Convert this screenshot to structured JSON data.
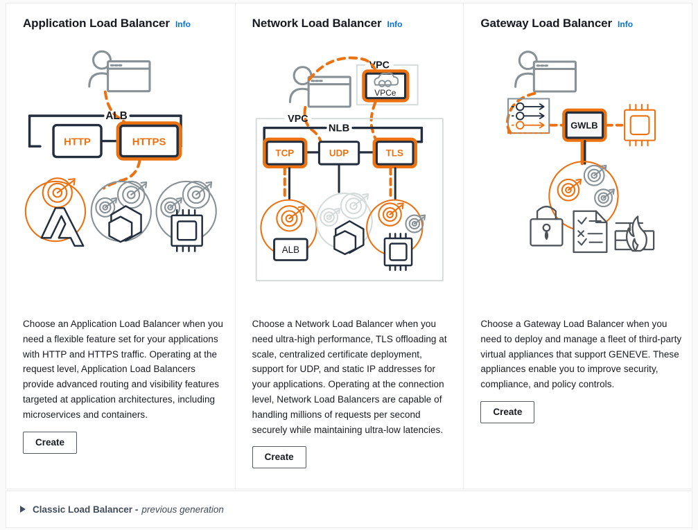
{
  "cards": [
    {
      "title": "Application Load Balancer",
      "info_label": "Info",
      "description": "Choose an Application Load Balancer when you need a flexible feature set for your applications with HTTP and HTTPS traffic. Operating at the request level, Application Load Balancers provide advanced routing and visibility features targeted at application architectures, including microservices and containers.",
      "create_label": "Create",
      "diagram": {
        "lb_label": "ALB",
        "listeners": [
          "HTTP",
          "HTTPS"
        ],
        "selected_listener": "HTTPS",
        "target_groups": [
          "lambda-target-group",
          "container-target-group",
          "instance-target-group"
        ]
      }
    },
    {
      "title": "Network Load Balancer",
      "info_label": "Info",
      "description": "Choose a Network Load Balancer when you need ultra-high performance, TLS offloading at scale, centralized certificate deployment, support for UDP, and static IP addresses for your applications. Operating at the connection level, Network Load Balancers are capable of handling millions of requests per second securely while maintaining ultra-low latencies.",
      "create_label": "Create",
      "diagram": {
        "lb_label": "NLB",
        "vpc_label_top": "VPC",
        "vpc_label_main": "VPC",
        "vpce_label": "VPCe",
        "listeners": [
          "TCP",
          "UDP",
          "TLS"
        ],
        "selected_listeners": [
          "TCP",
          "TLS"
        ],
        "alb_target_label": "ALB",
        "target_groups": [
          "alb-target-group",
          "container-target-group",
          "instance-target-group"
        ]
      }
    },
    {
      "title": "Gateway Load Balancer",
      "info_label": "Info",
      "description": "Choose a Gateway Load Balancer when you need to deploy and manage a fleet of third-party virtual appliances that support GENEVE. These appliances enable you to improve security, compliance, and policy controls.",
      "create_label": "Create",
      "diagram": {
        "lb_label": "GWLB",
        "appliances": [
          "lock-icon",
          "policy-document-icon",
          "firewall-icon"
        ]
      }
    }
  ],
  "expander": {
    "label": "Classic Load Balancer -",
    "sub_label": "previous generation"
  },
  "colors": {
    "orange": "#ec7211",
    "dark": "#232f3e",
    "gray": "#879196",
    "link": "#0972d3",
    "border": "#e9ebed",
    "text": "#16191f"
  }
}
